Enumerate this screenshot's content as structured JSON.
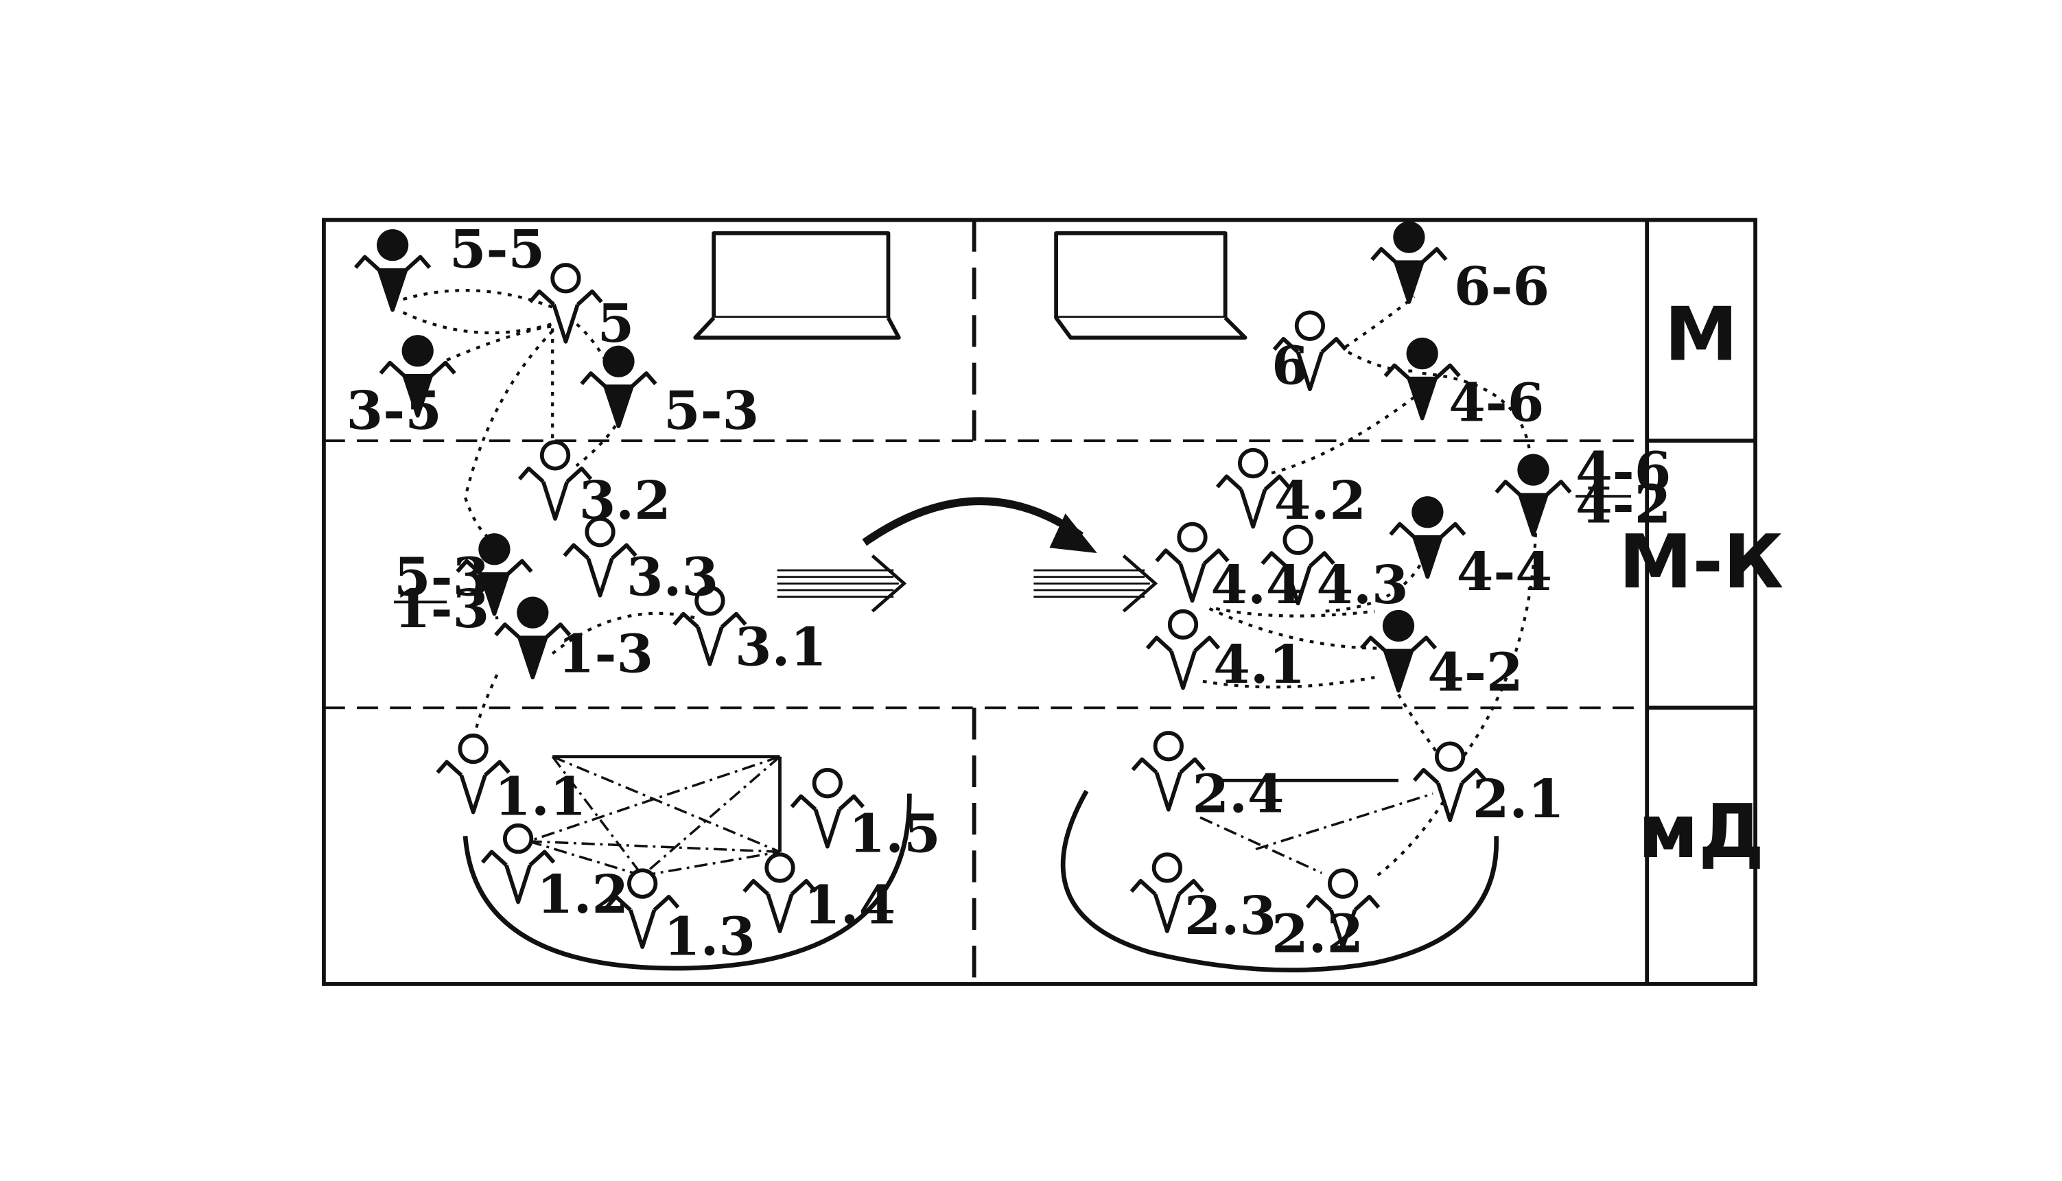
{
  "zones": {
    "top": "М",
    "middle": "М-К",
    "bottom": "мД"
  },
  "people": {
    "p5_5": "5-5",
    "p5": "5",
    "p3_5": "3-5",
    "p5_3": "5-3",
    "p3_2": "3.2",
    "p3_3": "3.3",
    "p5_3_over_1_3_num": "5-3",
    "p5_3_over_1_3_den": "1-3",
    "p1_3": "1-3",
    "p3_1": "3.1",
    "p1_1": "1.1",
    "p1_2": "1.2",
    "p1_3b": "1.3",
    "p1_4": "1.4",
    "p1_5": "1.5",
    "p6_6": "6-6",
    "p6": "6",
    "p4_6": "4-6",
    "p4_6_over_4_2_num": "4-6",
    "p4_6_over_4_2_den": "4-2",
    "p4_2": "4.2",
    "p4_4": "4.4",
    "p4_3": "4.3",
    "p4_4b": "4-4",
    "p4_1": "4.1",
    "p4_2b": "4-2",
    "p2_4": "2.4",
    "p2_1": "2.1",
    "p2_3": "2.3",
    "p2_2": "2.2"
  },
  "icons": {
    "computer": "laptop-icon",
    "leader": "filled-person-icon",
    "member": "outline-person-icon",
    "transition": "curved-arrow-icon"
  },
  "colors": {
    "ink": "#111111",
    "background": "#ffffff"
  }
}
